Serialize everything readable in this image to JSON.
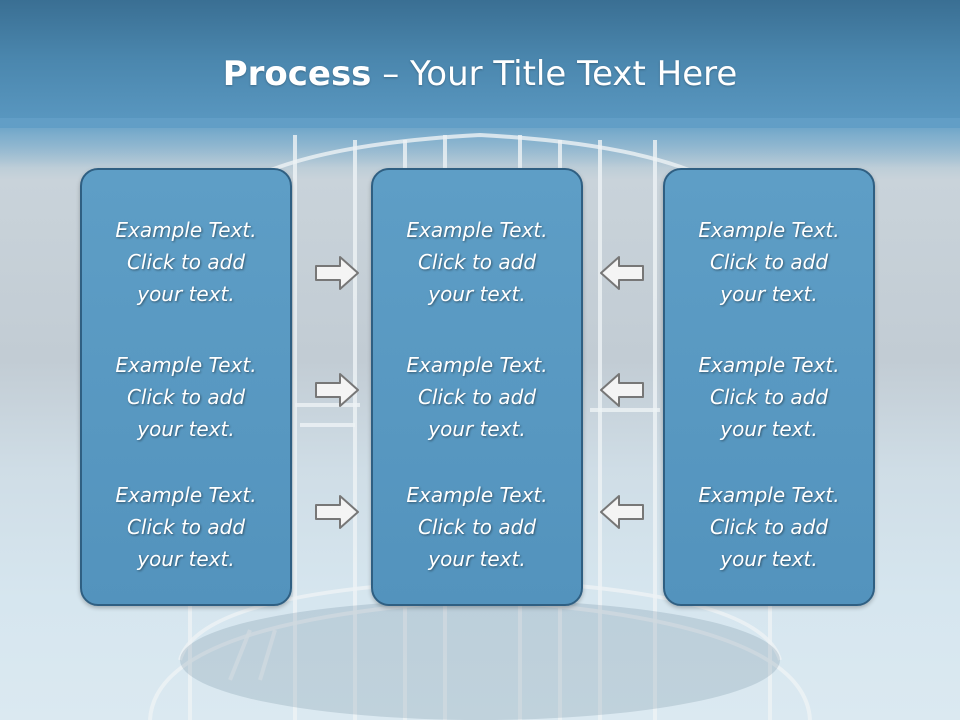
{
  "title": {
    "bold": "Process",
    "rest": " – Your Title Text Here"
  },
  "panels": [
    {
      "items": [
        {
          "line1": "Example Text.",
          "line2": "Click  to add",
          "line3": "your text."
        },
        {
          "line1": "Example Text.",
          "line2": "Click  to add",
          "line3": "your text."
        },
        {
          "line1": "Example Text.",
          "line2": "Click  to add",
          "line3": "your text."
        }
      ]
    },
    {
      "items": [
        {
          "line1": "Example Text.",
          "line2": "Click  to add",
          "line3": "your text."
        },
        {
          "line1": "Example Text.",
          "line2": "Click  to add",
          "line3": "your text."
        },
        {
          "line1": "Example Text.",
          "line2": "Click  to add",
          "line3": "your text."
        }
      ]
    },
    {
      "items": [
        {
          "line1": "Example Text.",
          "line2": "Click  to add",
          "line3": "your text."
        },
        {
          "line1": "Example Text.",
          "line2": "Click  to add",
          "line3": "your text."
        },
        {
          "line1": "Example Text.",
          "line2": "Click  to add",
          "line3": "your text."
        }
      ]
    }
  ],
  "arrows": {
    "left_column": "right-arrow-icon",
    "right_column": "left-arrow-icon",
    "fill": "#f4f4f4",
    "stroke": "#777777"
  },
  "colors": {
    "header": "#4a86ad",
    "panel_fill": "#5a9ac3",
    "panel_border": "#2f5f82",
    "text": "#ffffff"
  }
}
